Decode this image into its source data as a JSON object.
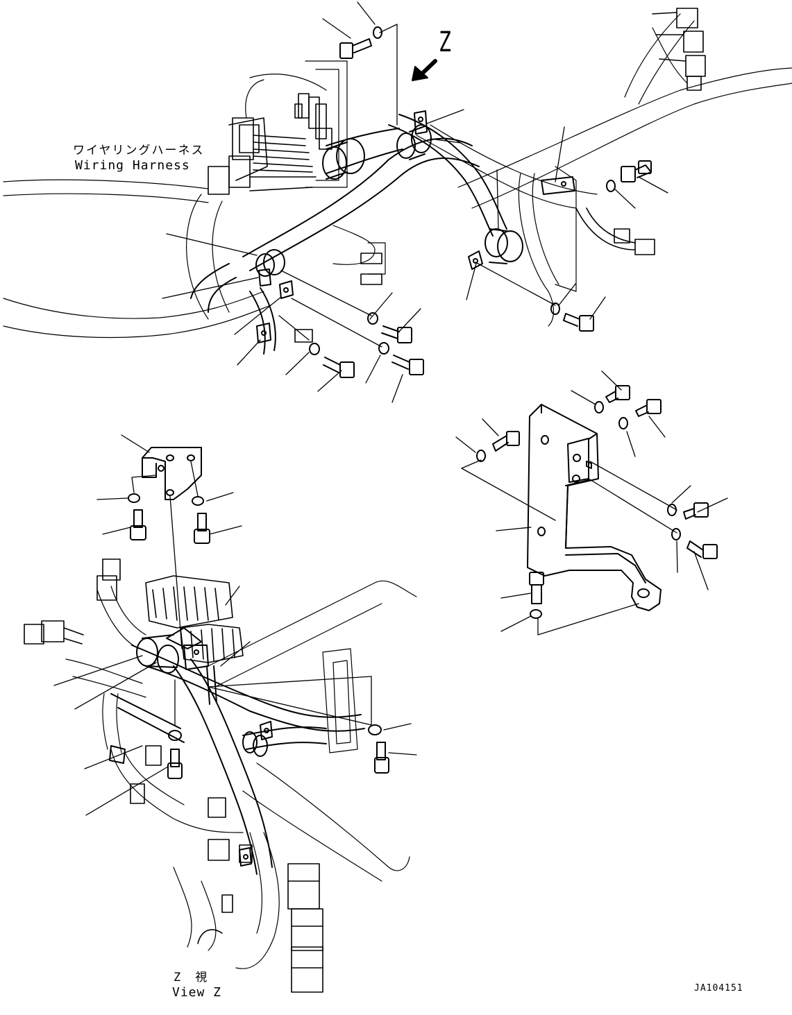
{
  "labels": {
    "view_arrow": "Z",
    "harness_jp": "ワイヤリングハーネス",
    "harness_en": "Wiring Harness",
    "view_jp": "Z　視",
    "view_en": "View Z",
    "drawing_code": "JA104151"
  },
  "colors": {
    "line": "#000000",
    "background": "#ffffff"
  }
}
